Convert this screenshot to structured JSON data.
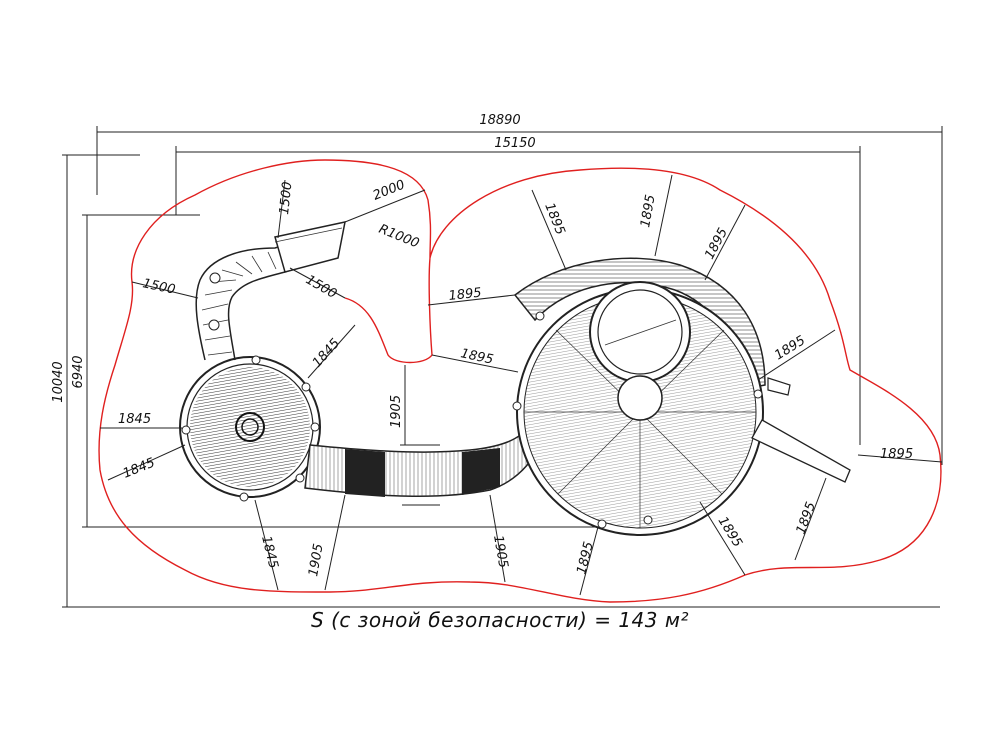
{
  "dimensions": {
    "overall_width": "18890",
    "inner_width": "15150",
    "overall_height": "10040",
    "inner_height": "6940",
    "slide_exit_length": "2000",
    "slide_top_height": "1500",
    "slide_left_zone": "1500",
    "slide_side_zone": "1500",
    "radius": "R1000",
    "left_tower_zone_upper": "1845",
    "left_tower_zone_left": "1845",
    "left_tower_zone_lower_left": "1845",
    "left_tower_zone_bottom": "1845",
    "bridge_zone_top": "1905",
    "bridge_zone_bottom_left": "1905",
    "bridge_zone_bottom_right": "1905",
    "right_tower_zones": [
      "1895",
      "1895",
      "1895",
      "1895",
      "1895",
      "1895",
      "1895",
      "1895",
      "1895",
      "1895"
    ]
  },
  "area_caption": "S (с зоной безопасности) = 143 м²",
  "colors": {
    "safety_zone": "#e0201f",
    "lines": "#222222",
    "background": "#ffffff"
  }
}
